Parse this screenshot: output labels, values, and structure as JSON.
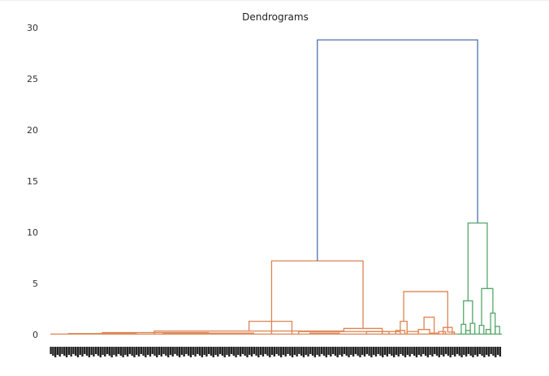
{
  "chart_data": {
    "type": "dendrogram",
    "title": "Dendrograms",
    "xlabel": "",
    "ylabel": "",
    "ylim": [
      0,
      30
    ],
    "yticks": [
      0,
      5,
      10,
      15,
      20,
      25,
      30
    ],
    "grid": false,
    "leaf_count": 200,
    "leaf_labels_legible": false,
    "colors": {
      "cluster_1": "#dd8452",
      "cluster_2": "#55a868",
      "root_link": "#4c72b0",
      "leaf_label_ink": "#222222"
    },
    "root_merge_height": 28.8,
    "clusters": [
      {
        "color": "cluster_1",
        "merge_height": 7.2,
        "leaf_range": [
          0,
          180
        ]
      },
      {
        "color": "cluster_2",
        "merge_height": 10.9,
        "leaf_range": [
          180,
          200
        ]
      }
    ],
    "links": [
      {
        "left": 8,
        "right": 38,
        "height": 0.1,
        "color": "cluster_1"
      },
      {
        "left": 50,
        "right": 90,
        "height": 0.15,
        "color": "cluster_1"
      },
      {
        "left": 23,
        "right": 70,
        "height": 0.2,
        "color": "cluster_1"
      },
      {
        "left": 110,
        "right": 150,
        "height": 0.3,
        "color": "cluster_1"
      },
      {
        "left": 46,
        "right": 130,
        "height": 0.35,
        "color": "cluster_1"
      },
      {
        "left": 88,
        "right": 107,
        "height": 1.3,
        "color": "cluster_1"
      },
      {
        "left": 140,
        "right": 155,
        "height": 0.3,
        "color": "cluster_1"
      },
      {
        "left": 130,
        "right": 147,
        "height": 0.6,
        "color": "cluster_1"
      },
      {
        "left": 115,
        "right": 128,
        "height": 0.15,
        "color": "cluster_1"
      },
      {
        "left": 98,
        "right": 138.5,
        "height": 7.2,
        "color": "cluster_1"
      },
      {
        "left": 153,
        "right": 157,
        "height": 0.4,
        "color": "cluster_1"
      },
      {
        "left": 155,
        "right": 158,
        "height": 1.3,
        "color": "cluster_1"
      },
      {
        "left": 158,
        "right": 163,
        "height": 0.3,
        "color": "cluster_1"
      },
      {
        "left": 163,
        "right": 168,
        "height": 0.5,
        "color": "cluster_1"
      },
      {
        "left": 168,
        "right": 172,
        "height": 0.15,
        "color": "cluster_1"
      },
      {
        "left": 165.5,
        "right": 170,
        "height": 1.7,
        "color": "cluster_1"
      },
      {
        "left": 172,
        "right": 175,
        "height": 0.3,
        "color": "cluster_1"
      },
      {
        "left": 174,
        "right": 178,
        "height": 0.7,
        "color": "cluster_1"
      },
      {
        "left": 176,
        "right": 179,
        "height": 0.25,
        "color": "cluster_1"
      },
      {
        "left": 156.5,
        "right": 176,
        "height": 4.2,
        "color": "cluster_1"
      },
      {
        "left": 182,
        "right": 184,
        "height": 1.0,
        "color": "cluster_2"
      },
      {
        "left": 184,
        "right": 186,
        "height": 0.4,
        "color": "cluster_2"
      },
      {
        "left": 186,
        "right": 188,
        "height": 1.1,
        "color": "cluster_2"
      },
      {
        "left": 183,
        "right": 187,
        "height": 3.3,
        "color": "cluster_2"
      },
      {
        "left": 190,
        "right": 192,
        "height": 0.9,
        "color": "cluster_2"
      },
      {
        "left": 193,
        "right": 195,
        "height": 0.5,
        "color": "cluster_2"
      },
      {
        "left": 195,
        "right": 197,
        "height": 2.1,
        "color": "cluster_2"
      },
      {
        "left": 197,
        "right": 199,
        "height": 0.8,
        "color": "cluster_2"
      },
      {
        "left": 191,
        "right": 196,
        "height": 4.5,
        "color": "cluster_2"
      },
      {
        "left": 185,
        "right": 193.5,
        "height": 10.9,
        "color": "cluster_2"
      },
      {
        "left": 118.25,
        "right": 189.25,
        "height": 28.8,
        "color": "root_link"
      }
    ]
  }
}
